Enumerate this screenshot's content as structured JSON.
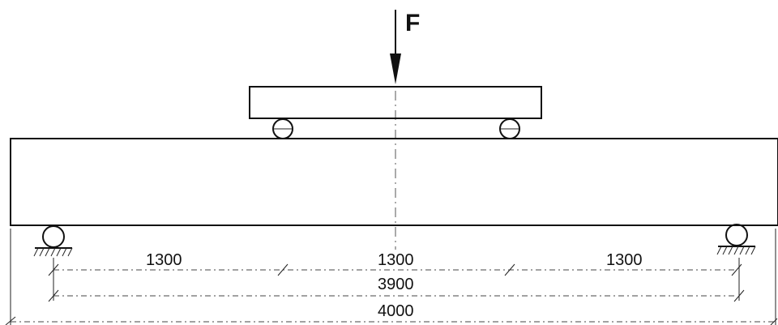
{
  "force": {
    "label": "F"
  },
  "dimensions": {
    "span_left": "1300",
    "span_middle": "1300",
    "span_right": "1300",
    "support_span": "3900",
    "total_length": "4000"
  }
}
